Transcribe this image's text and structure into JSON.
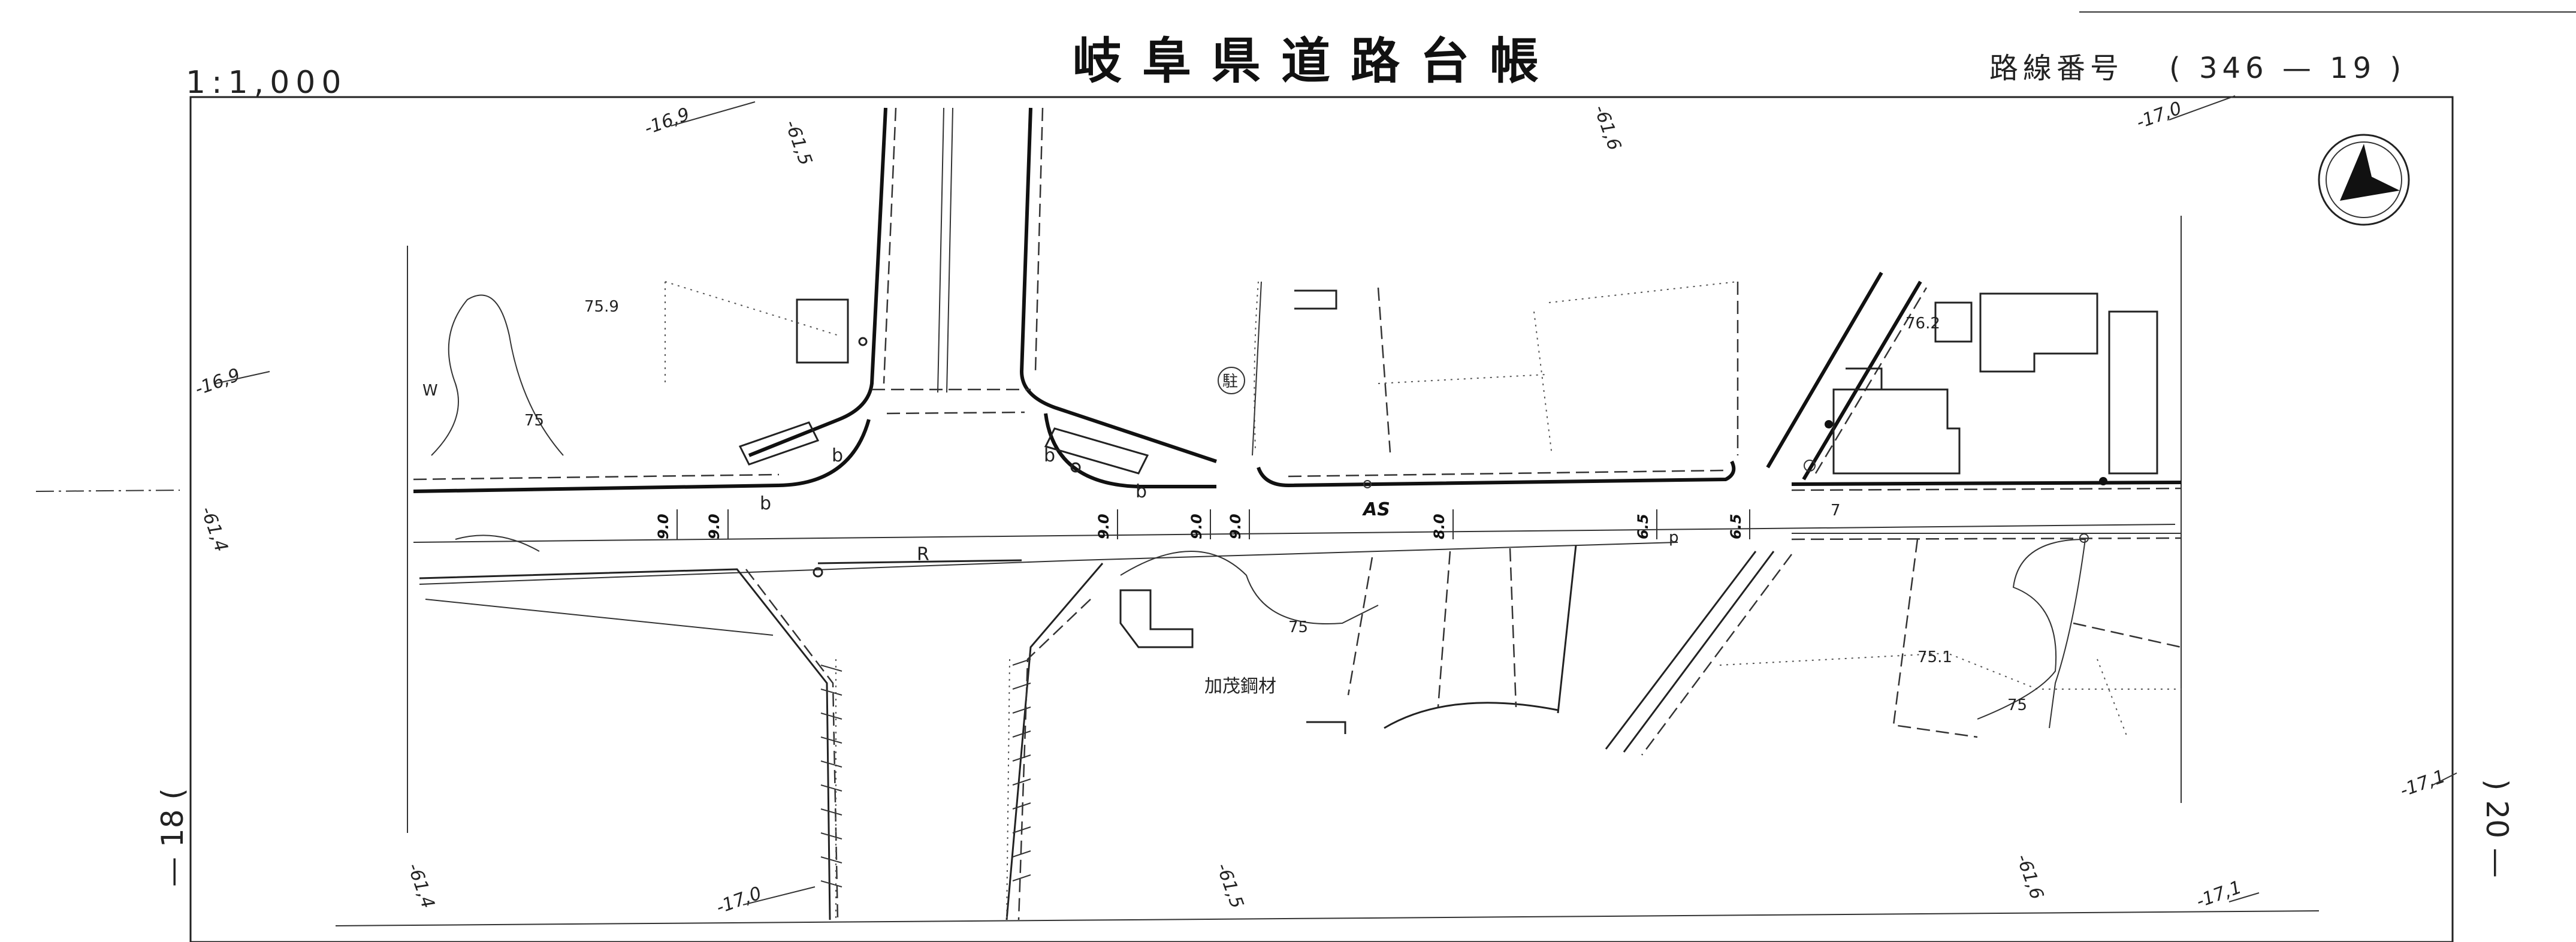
{
  "header": {
    "title": "岐阜県道路台帳",
    "scale": "1:1,000",
    "route_label": "路線番号",
    "route_number": "( 346 — 19 )"
  },
  "sheets": {
    "left": "— 18 (",
    "right": ") 20 —"
  },
  "grid_labels": [
    "-16,9",
    "-61,5",
    "-61,6",
    "-17,0",
    "-16,9",
    "-61,4",
    "-17,1",
    "-61,4",
    "-17,0",
    "-61,5",
    "-61,6",
    "-17,1"
  ],
  "elevations": [
    "75.9",
    "76.2",
    "75.1",
    "75",
    "75",
    "75"
  ],
  "road": {
    "surface": "AS",
    "widths": [
      "9.0",
      "9.0",
      "9.0",
      "9.0",
      "9.0",
      "8.0",
      "6.5",
      "6.5"
    ],
    "ditch_marks": [
      "b",
      "b",
      "b",
      "b"
    ],
    "sign_mark": "R",
    "small_marks": [
      "7",
      "W",
      "p"
    ]
  },
  "places": {
    "kamo": "加茂鋼材",
    "symbol": "駐"
  },
  "north_arrow": "north-arrow"
}
